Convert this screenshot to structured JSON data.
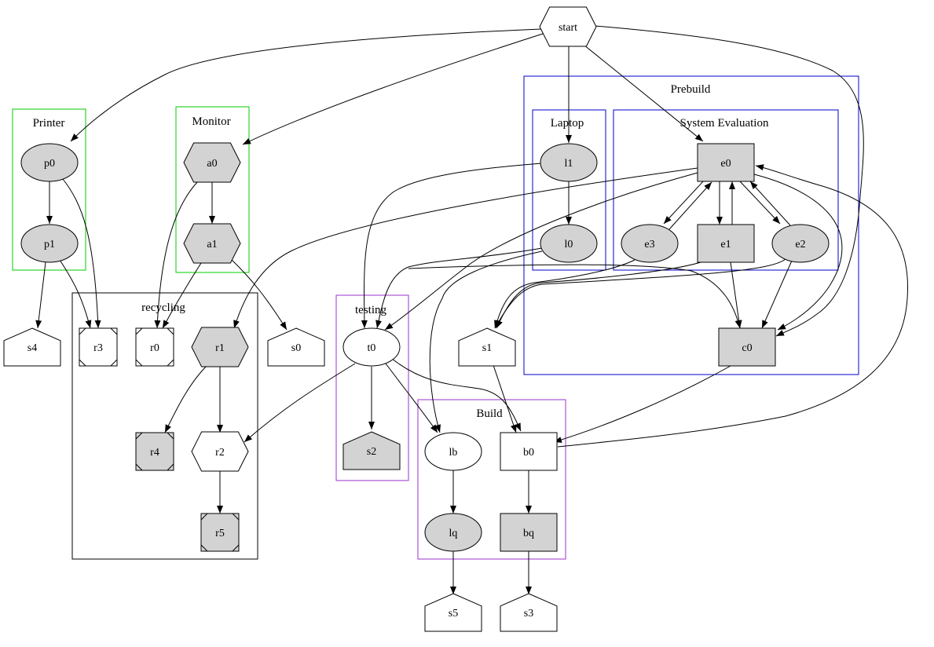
{
  "graph": {
    "clusters": [
      {
        "id": "printer",
        "label": "Printer",
        "color": "#00cc00"
      },
      {
        "id": "monitor",
        "label": "Monitor",
        "color": "#00cc00"
      },
      {
        "id": "recycling",
        "label": "recycling",
        "color": "#000000"
      },
      {
        "id": "testing",
        "label": "testing",
        "color": "#9933cc"
      },
      {
        "id": "build",
        "label": "Build",
        "color": "#9933cc"
      },
      {
        "id": "prebuild",
        "label": "Prebuild",
        "color": "#0000cc"
      },
      {
        "id": "laptop",
        "label": "Laptop",
        "color": "#0000cc"
      },
      {
        "id": "sysEval",
        "label": "System Evaluation",
        "color": "#0000cc"
      }
    ],
    "nodes": [
      {
        "id": "start",
        "label": "start",
        "shape": "hexagon",
        "fill": "#ffffff"
      },
      {
        "id": "p0",
        "label": "p0",
        "shape": "ellipse",
        "fill": "#d3d3d3"
      },
      {
        "id": "p1",
        "label": "p1",
        "shape": "ellipse",
        "fill": "#d3d3d3"
      },
      {
        "id": "a0",
        "label": "a0",
        "shape": "hexagon",
        "fill": "#d3d3d3"
      },
      {
        "id": "a1",
        "label": "a1",
        "shape": "hexagon",
        "fill": "#d3d3d3"
      },
      {
        "id": "s4",
        "label": "s4",
        "shape": "house",
        "fill": "#ffffff"
      },
      {
        "id": "r3",
        "label": "r3",
        "shape": "msquare",
        "fill": "#ffffff"
      },
      {
        "id": "r0",
        "label": "r0",
        "shape": "msquare",
        "fill": "#ffffff"
      },
      {
        "id": "r1",
        "label": "r1",
        "shape": "hexagon",
        "fill": "#d3d3d3"
      },
      {
        "id": "s0",
        "label": "s0",
        "shape": "house",
        "fill": "#ffffff"
      },
      {
        "id": "r4",
        "label": "r4",
        "shape": "msquare",
        "fill": "#d3d3d3"
      },
      {
        "id": "r2",
        "label": "r2",
        "shape": "hexagon",
        "fill": "#ffffff"
      },
      {
        "id": "r5",
        "label": "r5",
        "shape": "msquare",
        "fill": "#d3d3d3"
      },
      {
        "id": "t0",
        "label": "t0",
        "shape": "ellipse",
        "fill": "#ffffff"
      },
      {
        "id": "s2",
        "label": "s2",
        "shape": "house",
        "fill": "#d3d3d3"
      },
      {
        "id": "s1",
        "label": "s1",
        "shape": "house",
        "fill": "#ffffff"
      },
      {
        "id": "lb",
        "label": "lb",
        "shape": "ellipse",
        "fill": "#ffffff"
      },
      {
        "id": "b0",
        "label": "b0",
        "shape": "box",
        "fill": "#ffffff"
      },
      {
        "id": "lq",
        "label": "lq",
        "shape": "ellipse",
        "fill": "#d3d3d3"
      },
      {
        "id": "bq",
        "label": "bq",
        "shape": "box",
        "fill": "#d3d3d3"
      },
      {
        "id": "s5",
        "label": "s5",
        "shape": "house",
        "fill": "#ffffff"
      },
      {
        "id": "s3",
        "label": "s3",
        "shape": "house",
        "fill": "#ffffff"
      },
      {
        "id": "l1",
        "label": "l1",
        "shape": "ellipse",
        "fill": "#d3d3d3"
      },
      {
        "id": "l0",
        "label": "l0",
        "shape": "ellipse",
        "fill": "#d3d3d3"
      },
      {
        "id": "e0",
        "label": "e0",
        "shape": "box",
        "fill": "#d3d3d3"
      },
      {
        "id": "e3",
        "label": "e3",
        "shape": "ellipse",
        "fill": "#d3d3d3"
      },
      {
        "id": "e1",
        "label": "e1",
        "shape": "box",
        "fill": "#d3d3d3"
      },
      {
        "id": "e2",
        "label": "e2",
        "shape": "ellipse",
        "fill": "#d3d3d3"
      },
      {
        "id": "c0",
        "label": "c0",
        "shape": "box",
        "fill": "#d3d3d3"
      }
    ],
    "edges": [
      [
        "start",
        "p0"
      ],
      [
        "start",
        "a0"
      ],
      [
        "start",
        "l1"
      ],
      [
        "start",
        "e0"
      ],
      [
        "start",
        "c0"
      ],
      [
        "p0",
        "p1"
      ],
      [
        "p0",
        "r3"
      ],
      [
        "p1",
        "s4"
      ],
      [
        "p1",
        "r3"
      ],
      [
        "a0",
        "a1"
      ],
      [
        "a0",
        "r0"
      ],
      [
        "a1",
        "r0"
      ],
      [
        "a1",
        "s0"
      ],
      [
        "r1",
        "r4"
      ],
      [
        "r1",
        "r2"
      ],
      [
        "r2",
        "r5"
      ],
      [
        "t0",
        "s2"
      ],
      [
        "t0",
        "r2"
      ],
      [
        "t0",
        "lb"
      ],
      [
        "t0",
        "b0"
      ],
      [
        "s1",
        "b0"
      ],
      [
        "lb",
        "lq"
      ],
      [
        "b0",
        "bq"
      ],
      [
        "lq",
        "s5"
      ],
      [
        "bq",
        "s3"
      ],
      [
        "l1",
        "l0"
      ],
      [
        "l1",
        "t0"
      ],
      [
        "l0",
        "t0"
      ],
      [
        "l0",
        "c0"
      ],
      [
        "l0",
        "lb"
      ],
      [
        "e0",
        "e3"
      ],
      [
        "e0",
        "e1"
      ],
      [
        "e0",
        "e2"
      ],
      [
        "e3",
        "e0"
      ],
      [
        "e1",
        "e0"
      ],
      [
        "e2",
        "e0"
      ],
      [
        "e0",
        "r1"
      ],
      [
        "e0",
        "t0"
      ],
      [
        "e0",
        "c0"
      ],
      [
        "e3",
        "s1"
      ],
      [
        "e1",
        "s1"
      ],
      [
        "e2",
        "s1"
      ],
      [
        "e1",
        "c0"
      ],
      [
        "e2",
        "c0"
      ],
      [
        "c0",
        "b0"
      ],
      [
        "b0",
        "e0"
      ]
    ]
  }
}
